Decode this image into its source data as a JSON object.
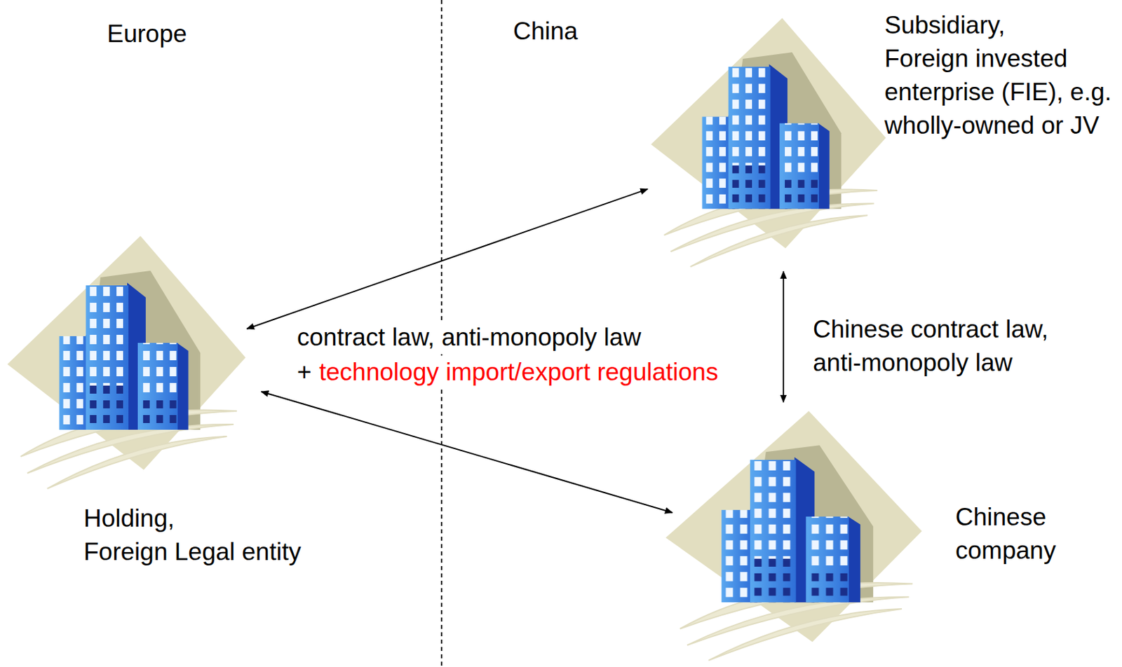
{
  "diagram": {
    "nodes": [
      {
        "text": [
          "Holding,",
          "Foreign Legal entity"
        ]
      },
      {
        "text": [
          "Subsidiary,",
          "Foreign invested enterprise (FIE), e.g. wholly-owned or JV"
        ]
      },
      {
        "text": [
          "Chinese company"
        ]
      }
    ],
    "edges": [
      {
        "from": 0,
        "to": 1,
        "arrow": "both"
      },
      {
        "from": 0,
        "to": 2,
        "arrow": "both"
      },
      {
        "from": 1,
        "to": 2,
        "arrow": "both",
        "label": "Chinese contract law, anti-monopoly law"
      }
    ],
    "labels": [
      "Europe",
      "China",
      "contract law, anti-monopoly law",
      "+",
      "technology import/export regulations"
    ]
  }
}
